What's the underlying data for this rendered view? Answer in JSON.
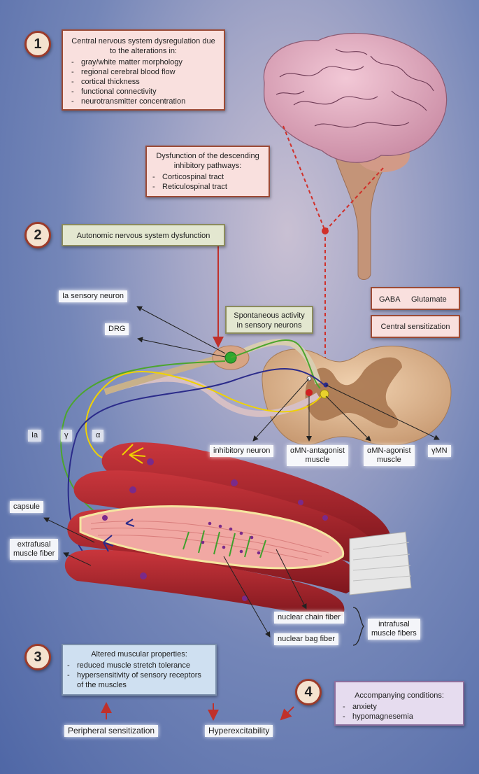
{
  "section1": {
    "number": "1",
    "title_line1": "Central nervous system dysregulation due",
    "title_line2": "to the alterations in:",
    "items": [
      "gray/white matter morphology",
      "regional cerebral blood flow",
      "cortical thickness",
      "functional connectivity",
      "neurotransmitter concentration"
    ]
  },
  "descending": {
    "title_line1": "Dysfunction of the descending",
    "title_line2": "inhibitory pathways:",
    "items": [
      "Corticospinal tract",
      "Reticulospinal tract"
    ]
  },
  "section2": {
    "number": "2",
    "title": "Autonomic nervous system dysfunction"
  },
  "spontaneous": {
    "line1": "Spontaneous activity",
    "line2": "in sensory neurons"
  },
  "neurotransmitters": {
    "gaba": "GABA",
    "glutamate": "Glutamate"
  },
  "central_sensitization": "Central sensitization",
  "labels": {
    "ia_sensory_neuron": "Ia sensory neuron",
    "drg": "DRG",
    "ia": "Ia",
    "gamma": "γ",
    "alpha": "α",
    "inhibitory_neuron": "inhibitory neuron",
    "amn_antagonist_1": "αMN-antagonist",
    "amn_antagonist_2": "muscle",
    "amn_agonist_1": "αMN-agonist",
    "amn_agonist_2": "muscle",
    "gmn": "γMN",
    "capsule": "capsule",
    "extrafusal_1": "extrafusal",
    "extrafusal_2": "muscle fiber",
    "nuclear_chain": "nuclear chain fiber",
    "nuclear_bag": "nuclear bag fiber",
    "intrafusal_1": "intrafusal",
    "intrafusal_2": "muscle fibers"
  },
  "section3": {
    "number": "3",
    "title": "Altered muscular properties:",
    "items": [
      "reduced muscle stretch tolerance",
      "hypersensitivity of sensory receptors"
    ],
    "continuation": "of the muscles"
  },
  "section4": {
    "number": "4",
    "title": "Accompanying conditions:",
    "items": [
      "anxiety",
      "hypomagnesemia"
    ]
  },
  "bottom": {
    "peripheral": "Peripheral sensitization",
    "hyperexcitability": "Hyperexcitability"
  },
  "colors": {
    "accent_red": "#c0302a",
    "brain": "#e0a8bc",
    "muscle": "#a8262c",
    "nerve_green": "#3a9a2a"
  }
}
